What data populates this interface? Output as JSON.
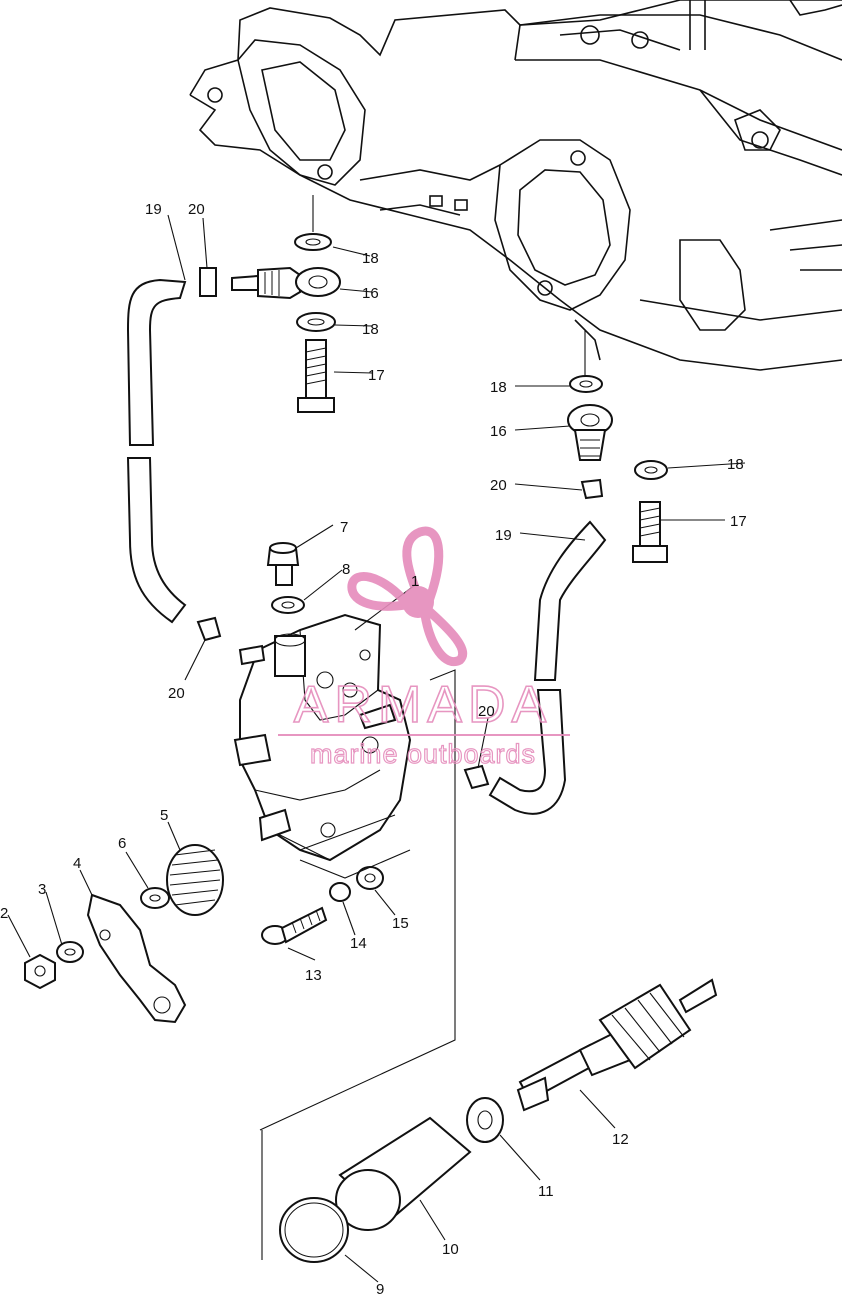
{
  "callouts": {
    "n1": "1",
    "n2": "2",
    "n3": "3",
    "n4": "4",
    "n5": "5",
    "n6": "6",
    "n7": "7",
    "n8": "8",
    "n9": "9",
    "n10": "10",
    "n11": "11",
    "n12": "12",
    "n13": "13",
    "n14": "14",
    "n15": "15",
    "n16a": "16",
    "n16b": "16",
    "n17a": "17",
    "n17b": "17",
    "n18a": "18",
    "n18b": "18",
    "n18c": "18",
    "n18d": "18",
    "n19a": "19",
    "n19b": "19",
    "n20a": "20",
    "n20b": "20",
    "n20c": "20",
    "n20d": "20"
  },
  "watermark": {
    "brand": "ARMADA",
    "tagline": "marine outboards",
    "color": "#e58bbb"
  }
}
